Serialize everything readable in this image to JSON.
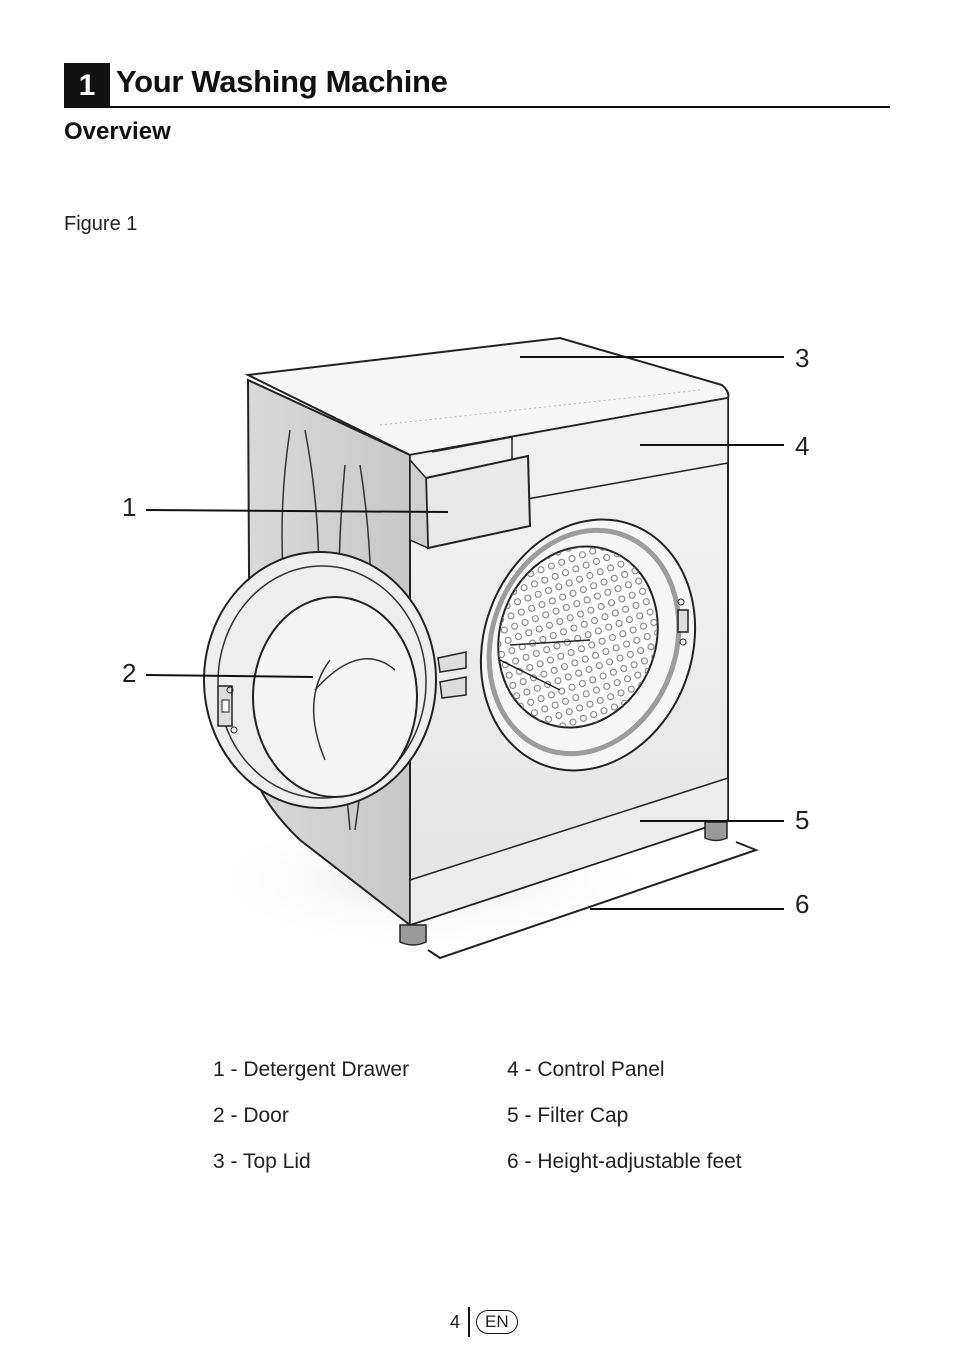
{
  "chapter": {
    "number": "1",
    "title": "Your Washing Machine"
  },
  "section": {
    "title": "Overview"
  },
  "figure": {
    "caption": "Figure 1",
    "callouts": [
      "1",
      "2",
      "3",
      "4",
      "5",
      "6"
    ]
  },
  "legend": {
    "items": [
      "1 - Detergent Drawer",
      "2 - Door",
      "3 - Top Lid",
      "4 - Control Panel",
      "5 - Filter Cap",
      "6 - Height-adjustable feet"
    ]
  },
  "footer": {
    "page_number": "4",
    "language": "EN"
  }
}
